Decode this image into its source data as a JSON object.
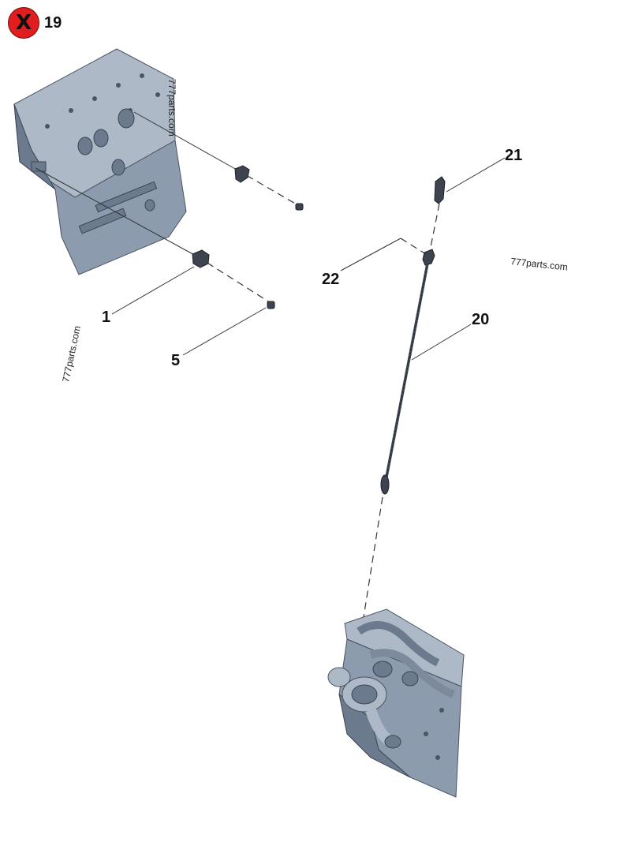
{
  "header": {
    "close_glyph": "X",
    "diagram_number": "19",
    "close_icon": "close-icon"
  },
  "callouts": {
    "c1": "1",
    "c5": "5",
    "c20": "20",
    "c21": "21",
    "c22": "22"
  },
  "watermarks": {
    "w1": "777parts.com",
    "w2": "777parts.com",
    "w3": "777parts.com"
  },
  "colors": {
    "accent": "#e11d20",
    "engine": "#8d9bae"
  }
}
